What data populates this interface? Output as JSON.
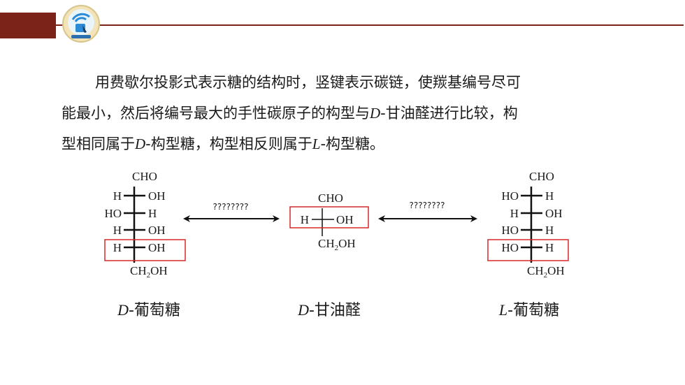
{
  "paragraph": {
    "line1": "用费歇尔投影式表示糖的结构时，竖键表示碳链，使羰基编号尽可",
    "line2_a": "能最小，然后将编号最大的手性碳原子的构型与",
    "line2_D": "D",
    "line2_b": "-甘油醛进行比较，构",
    "line3_a": "型相同属于",
    "line3_D": "D",
    "line3_b": "-构型糖，构型相反则属于",
    "line3_L": "L",
    "line3_c": "-构型糖。"
  },
  "d_glucose": {
    "top": "CHO",
    "rows": [
      {
        "left": "H",
        "right": "OH"
      },
      {
        "left": "HO",
        "right": "H"
      },
      {
        "left": "H",
        "right": "OH"
      },
      {
        "left": "H",
        "right": "OH"
      }
    ],
    "bottom_a": "CH",
    "bottom_sub": "2",
    "bottom_b": "OH"
  },
  "glyceraldehyde": {
    "top": "CHO",
    "left": "H",
    "right": "OH",
    "bottom_a": "CH",
    "bottom_sub": "2",
    "bottom_b": "OH"
  },
  "l_glucose": {
    "top": "CHO",
    "rows": [
      {
        "left": "HO",
        "right": "H"
      },
      {
        "left": "H",
        "right": "OH"
      },
      {
        "left": "HO",
        "right": "H"
      },
      {
        "left": "HO",
        "right": "H"
      }
    ],
    "bottom_a": "CH",
    "bottom_sub": "2",
    "bottom_b": "OH"
  },
  "arrow_left_label": "????????",
  "arrow_right_label": "????????",
  "captions": {
    "d_prefix": "D",
    "d_name": "-葡萄糖",
    "g_prefix": "D",
    "g_name": "-甘油醛",
    "l_prefix": "L",
    "l_name": "-葡萄糖"
  },
  "colors": {
    "brand": "#7b2219",
    "highlight_box": "#d62828",
    "logo_blue": "#2c8bd6"
  }
}
